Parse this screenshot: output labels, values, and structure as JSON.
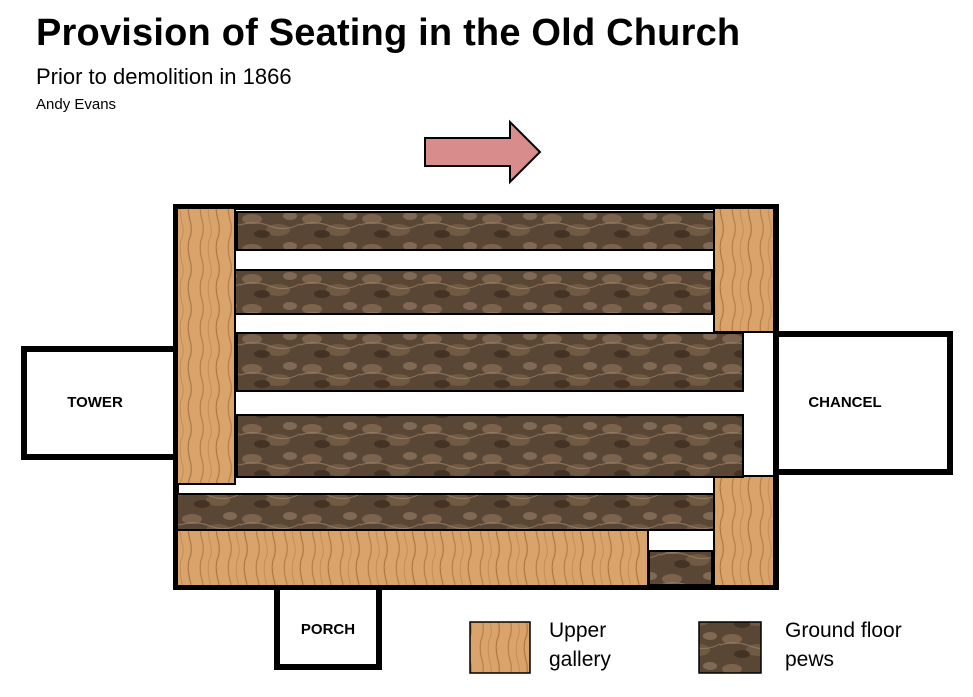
{
  "header": {
    "title": "Provision of Seating in the Old Church",
    "subtitle": "Prior to demolition in 1866",
    "author": "Andy Evans"
  },
  "plan": {
    "tower_label": "TOWER",
    "chancel_label": "CHANCEL",
    "porch_label": "PORCH",
    "arrow_icon": "right-arrow-icon"
  },
  "legend": {
    "gallery_line1": "Upper",
    "gallery_line2": "gallery",
    "pews_line1": "Ground floor",
    "pews_line2": "pews"
  },
  "colors": {
    "gallery": "#d9a46c",
    "pews": "#5a4634",
    "arrow": "#d98c8c",
    "outline": "#000000"
  }
}
